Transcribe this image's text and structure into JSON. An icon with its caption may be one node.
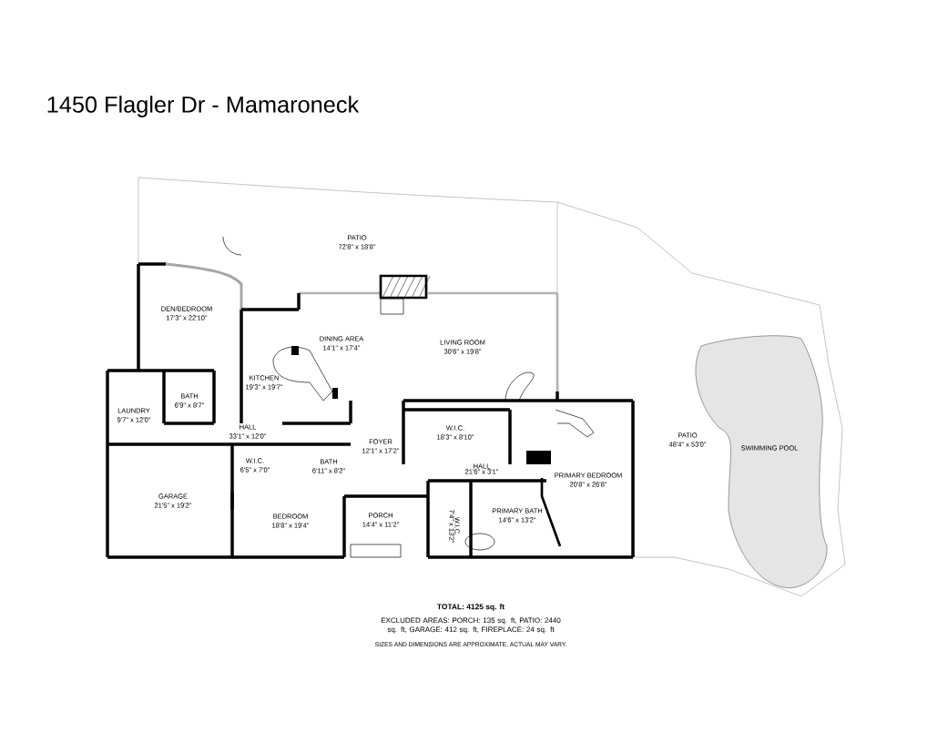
{
  "diagram": {
    "title": "1450 Flagler Dr - Mamaroneck",
    "labels": [
      "PATIO",
      "72'8\" x 18'8\"",
      "DEN/BEDROOM",
      "17'3\" x 22'10\"",
      "DINING AREA",
      "14'1\" x 17'4\"",
      "LIVING ROOM",
      "30'6\" x 19'8\"",
      "KITCHEN",
      "19'3\" x 19'7\"",
      "BATH",
      "6'9\" x 8'7\"",
      "LAUNDRY",
      "9'7\" x 12'0\"",
      "W.I.C.",
      "18'3\" x 8'10\"",
      "HALL",
      "33'1\" x 12'0\"",
      "FOYER",
      "12'1\" x 17'2\"",
      "W.I.C.",
      "6'5\" x 7'0\"",
      "BATH",
      "6'11\" x 8'2\"",
      "HALL",
      "21'6\" x 3'1\"",
      "PRIMARY BEDROOM",
      "20'8\" x 26'8\"",
      "PATIO",
      "48'4\" x 53'0\"",
      "SWIMMING POOL",
      "GARAGE",
      "21'5\" x 19'2\"",
      "BEDROOM",
      "18'8\" x 19'4\"",
      "PORCH",
      "14'4\" x 11'2\"",
      "PRIMARY BATH",
      "14'6\" x 13'2\"",
      "W.I.C.",
      "7'4\" x 13'2\"",
      "TOTAL: 4125 sq. ft",
      "EXCLUDED AREAS: PORCH: 135 sq. ft, PATIO: 2440 sq. ft, GARAGE: 412 sq. ft, FIREPLACE: 24 sq. ft",
      "SIZES AND DIMENSIONS ARE APPROXIMATE, ACTUAL MAY VARY."
    ]
  }
}
